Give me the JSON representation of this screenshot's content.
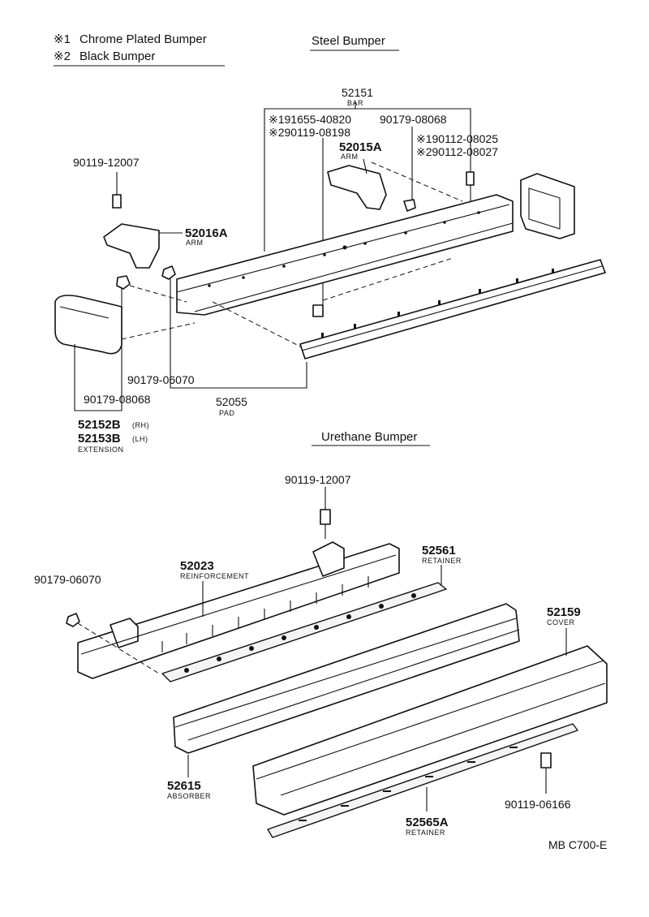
{
  "legend": {
    "item1_mark": "※1",
    "item1_text": "Chrome Plated Bumper",
    "item2_mark": "※2",
    "item2_text": "Black Bumper"
  },
  "sections": {
    "steel": "Steel Bumper",
    "urethane": "Urethane Bumper"
  },
  "steel_parts": {
    "bar_num": "52151",
    "bar_name": "BAR",
    "bolt1_a": "※191655-40820",
    "bolt1_b": "※290119-08198",
    "nut_top": "90179-08068",
    "arm_a_num": "52015A",
    "arm_a_name": "ARM",
    "bolt_rh_a": "※190112-08025",
    "bolt_rh_b": "※290112-08027",
    "bolt_left": "90119-12007",
    "arm_b_num": "52016A",
    "arm_b_name": "ARM",
    "nut_mid": "90179-06070",
    "nut_low": "90179-08068",
    "pad_num": "52055",
    "pad_name": "PAD",
    "ext_rh": "52152B",
    "ext_rh_suffix": "(RH)",
    "ext_lh": "52153B",
    "ext_lh_suffix": "(LH)",
    "ext_name": "EXTENSION"
  },
  "urethane_parts": {
    "bolt_top": "90119-12007",
    "reinf_num": "52023",
    "reinf_name": "REINFORCEMENT",
    "retainer_num": "52561",
    "retainer_name": "RETAINER",
    "nut_left": "90179-06070",
    "cover_num": "52159",
    "cover_name": "COVER",
    "absorber_num": "52615",
    "absorber_name": "ABSORBER",
    "retainer2_num": "52565A",
    "retainer2_name": "RETAINER",
    "bolt_right": "90119-06166"
  },
  "figure_code": "MB C700-E"
}
